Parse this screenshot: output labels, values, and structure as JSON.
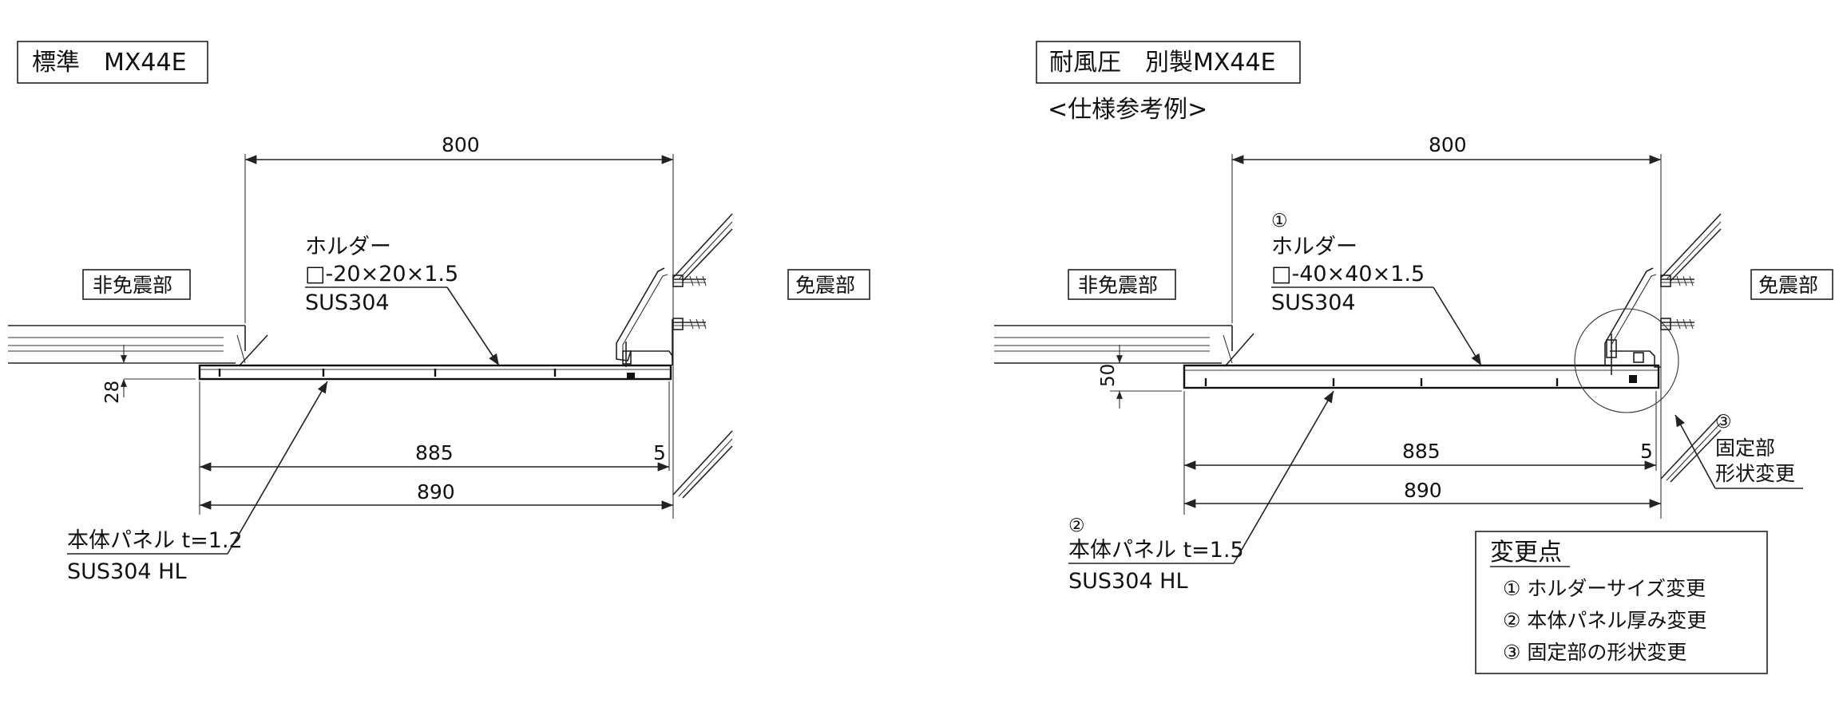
{
  "left": {
    "title": "標準　MX44E",
    "label_left_zone": "非免震部",
    "label_right_zone": "免震部",
    "dim_top": "800",
    "dim_mid": "885",
    "dim_gap": "5",
    "dim_bottom": "890",
    "dim_step": "28",
    "holder_line1": "ホルダー",
    "holder_line2": "□-20×20×1.5",
    "holder_line3": "SUS304",
    "panel_line1": "本体パネル t=1.2",
    "panel_line2": "SUS304 HL"
  },
  "right": {
    "title": "耐風圧　別製MX44E",
    "subtitle": "<仕様参考例>",
    "label_left_zone": "非免震部",
    "label_right_zone": "免震部",
    "dim_top": "800",
    "dim_mid": "885",
    "dim_gap": "5",
    "dim_bottom": "890",
    "dim_step": "50",
    "holder_num": "①",
    "holder_line1": "ホルダー",
    "holder_line2": "□-40×40×1.5",
    "holder_line3": "SUS304",
    "panel_num": "②",
    "panel_line1": "本体パネル t=1.5",
    "panel_line2": "SUS304 HL",
    "fix_num": "③",
    "fix_line1": "固定部",
    "fix_line2": "形状変更",
    "legend": {
      "title": "変更点",
      "items": [
        "① ホルダーサイズ変更",
        "② 本体パネル厚み変更",
        "③ 固定部の形状変更"
      ]
    }
  }
}
